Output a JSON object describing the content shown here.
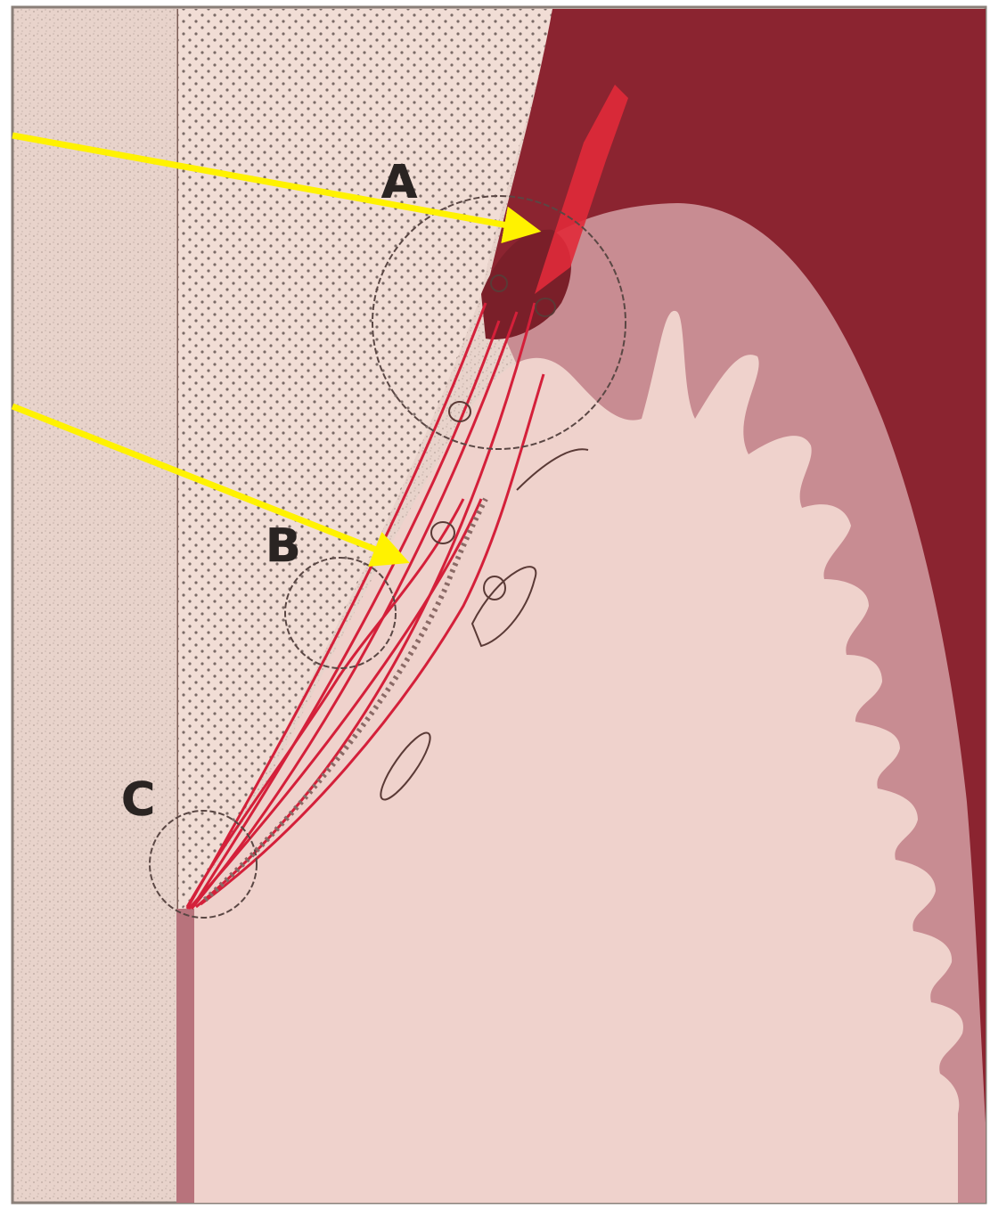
{
  "labels": {
    "a": "A",
    "b": "B",
    "c": "C"
  },
  "colors": {
    "frame": "#8a7f78",
    "enamel_background": "#e9d4cc",
    "stipple_zone": "#f1ddd5",
    "gingiva_dark": "#8b2430",
    "epithelium_mid": "#c88c92",
    "connective_light": "#efd2cc",
    "fiber_red": "#d4203a",
    "arrow_yellow": "#fff200",
    "label_ink": "#2a2422"
  },
  "icons": {
    "arrow_top": "yellow-arrow-icon",
    "arrow_bottom": "yellow-arrow-icon"
  }
}
